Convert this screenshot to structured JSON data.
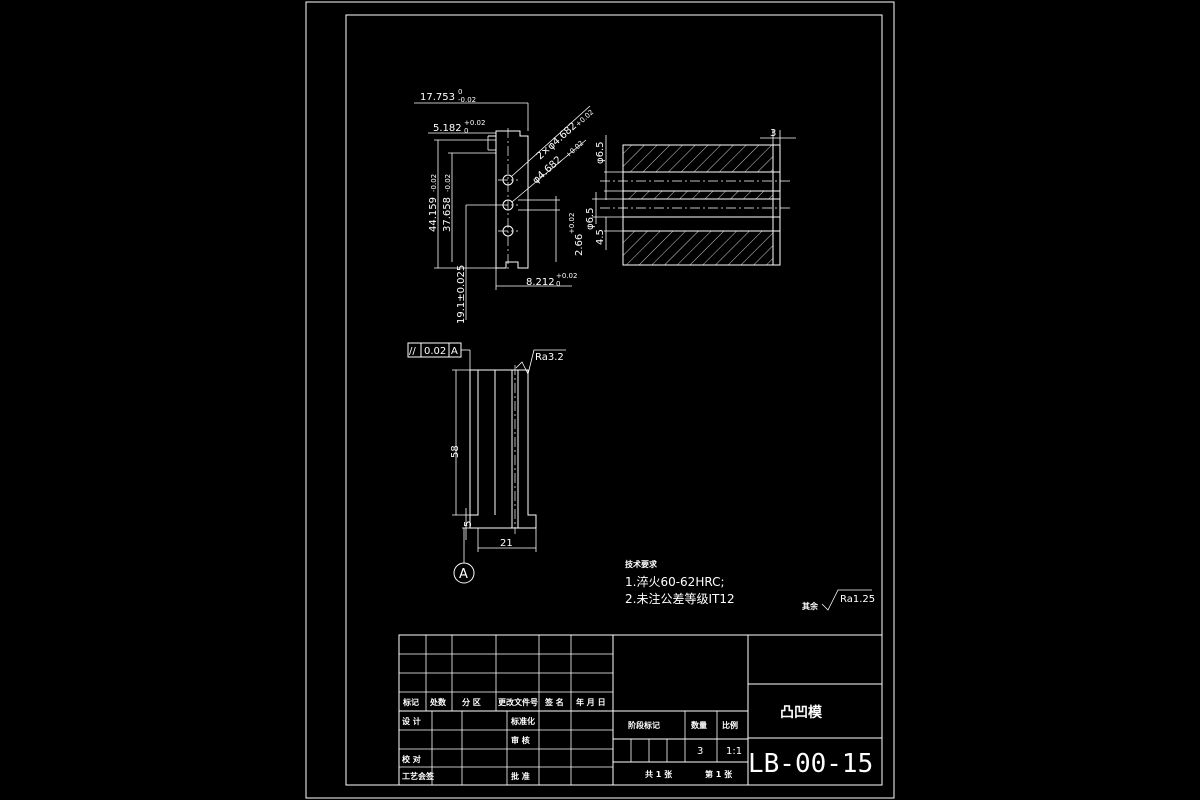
{
  "dims_top": {
    "d1": "17.753",
    "d1_tol_up": "0",
    "d1_tol_dn": "-0.02",
    "d2": "5.182",
    "d2_tol_up": "+0.02",
    "d2_tol_dn": "0",
    "d3": "2×φ4.682",
    "d3_tol": "+0.02",
    "d4": "φ4.682",
    "d4_tol": "+0.02",
    "d5": "44.159",
    "d5_tol": "-0.02",
    "d6": "37.658",
    "d6_tol": "-0.02",
    "d7": "19.1±0.025",
    "d8": "2.66",
    "d8_tol": "+0.02",
    "d9": "8.212",
    "d9_tol": "+0.02",
    "r_tol_zero": "0"
  },
  "dims_side": {
    "w": "3",
    "d_a": "φ6.5",
    "d_b": "φ6.5",
    "d_c": "4.5"
  },
  "dims_front": {
    "gtol_symbol": "//",
    "gtol_value": "0.02",
    "gtol_datum": "A",
    "rough": "Ra3.2",
    "h": "58",
    "h2": "5",
    "w": "21",
    "datum": "A"
  },
  "tech": {
    "title": "技术要求",
    "line1": "1.淬火60-62HRC;",
    "line2": "2.未注公差等级IT12"
  },
  "rough_rest": {
    "label": "其余",
    "value": "Ra1.25"
  },
  "title_block": {
    "hdr": [
      "标记",
      "处数",
      "分 区",
      "更改文件号",
      "签 名",
      "年 月 日"
    ],
    "design": "设 计",
    "std": "标准化",
    "check": "审 核",
    "review": "校 对",
    "process": "工艺会签",
    "approve": "批 准",
    "stage": "阶段标记",
    "weight": "数量",
    "scale": "比例",
    "qty_val": "3",
    "scale_val": "1:1",
    "sheets_total": "共 1 张",
    "sheet_no": "第 1 张",
    "part_name": "凸凹模",
    "drawing_no": "LB-00-15"
  }
}
